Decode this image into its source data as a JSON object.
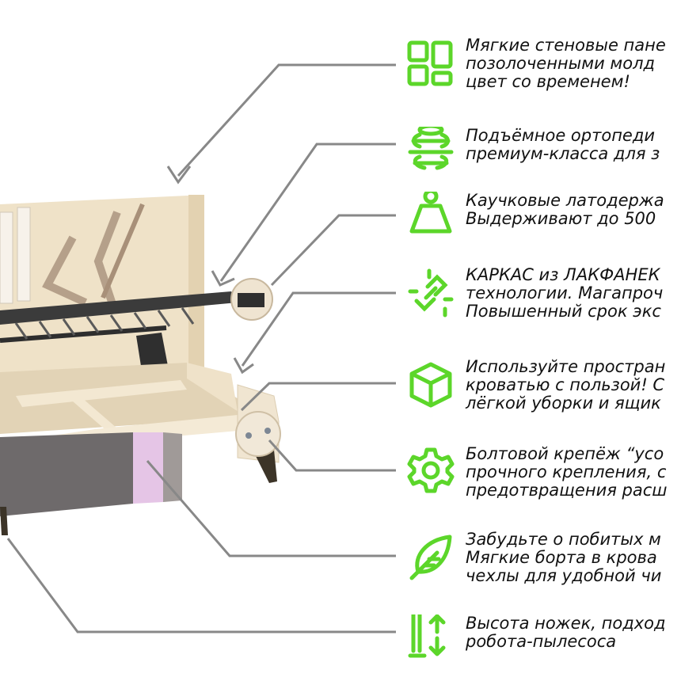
{
  "accent_color": "#5cd62a",
  "line_color": "#888888",
  "features": [
    {
      "icon": "wall-panels-icon",
      "lines": [
        "Мягкие стеновые пане",
        "позолоченными молд",
        "цвет со временем!"
      ]
    },
    {
      "icon": "coil-spring-icon",
      "lines": [
        "Подъёмное ортопеди",
        "премиум-класса для з"
      ]
    },
    {
      "icon": "weight-icon",
      "lines": [
        "Каучковые латодержа",
        "Выдерживают до 500"
      ]
    },
    {
      "icon": "chain-link-icon",
      "lines": [
        "КАРКАС из ЛАКФАНЕК",
        "технологии. Магапроч",
        "Повышенный срок экс"
      ]
    },
    {
      "icon": "box-icon",
      "lines": [
        "Используйте простран",
        "кроватью с пользой! С",
        "лёгкой уборки и ящик"
      ]
    },
    {
      "icon": "gear-icon",
      "lines": [
        "Болтовой крепёж “усо",
        "прочного крепления, с",
        "предотвращения расш"
      ]
    },
    {
      "icon": "feather-icon",
      "lines": [
        "Забудьте о побитых м",
        "Мягкие борта в крова",
        "чехлы для удобной чи"
      ]
    },
    {
      "icon": "height-arrows-icon",
      "lines": [
        "Высота ножек, подход",
        "робота-пылесоса"
      ]
    }
  ]
}
